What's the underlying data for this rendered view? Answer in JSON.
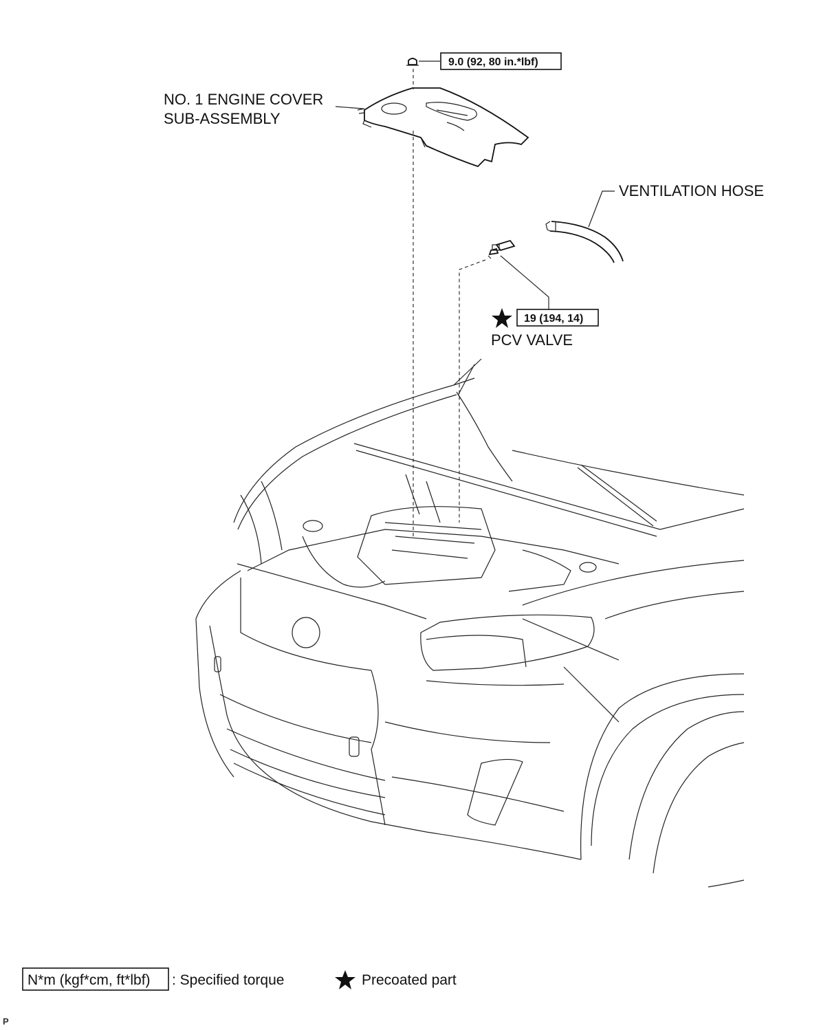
{
  "labels": {
    "engine_cover_line1": "NO. 1 ENGINE COVER",
    "engine_cover_line2": "SUB-ASSEMBLY",
    "ventilation_hose": "VENTILATION HOSE",
    "pcv_valve": "PCV VALVE"
  },
  "torque_specs": {
    "engine_cover_nut": "9.0 (92, 80 in.*lbf)",
    "pcv_valve": "19 (194, 14)"
  },
  "symbols": {
    "precoated_star": "star-icon"
  },
  "legend": {
    "torque_box_text": "N*m (kgf*cm, ft*lbf)",
    "torque_desc": ": Specified torque",
    "precoated_desc": "Precoated part"
  },
  "corner_mark": "P"
}
